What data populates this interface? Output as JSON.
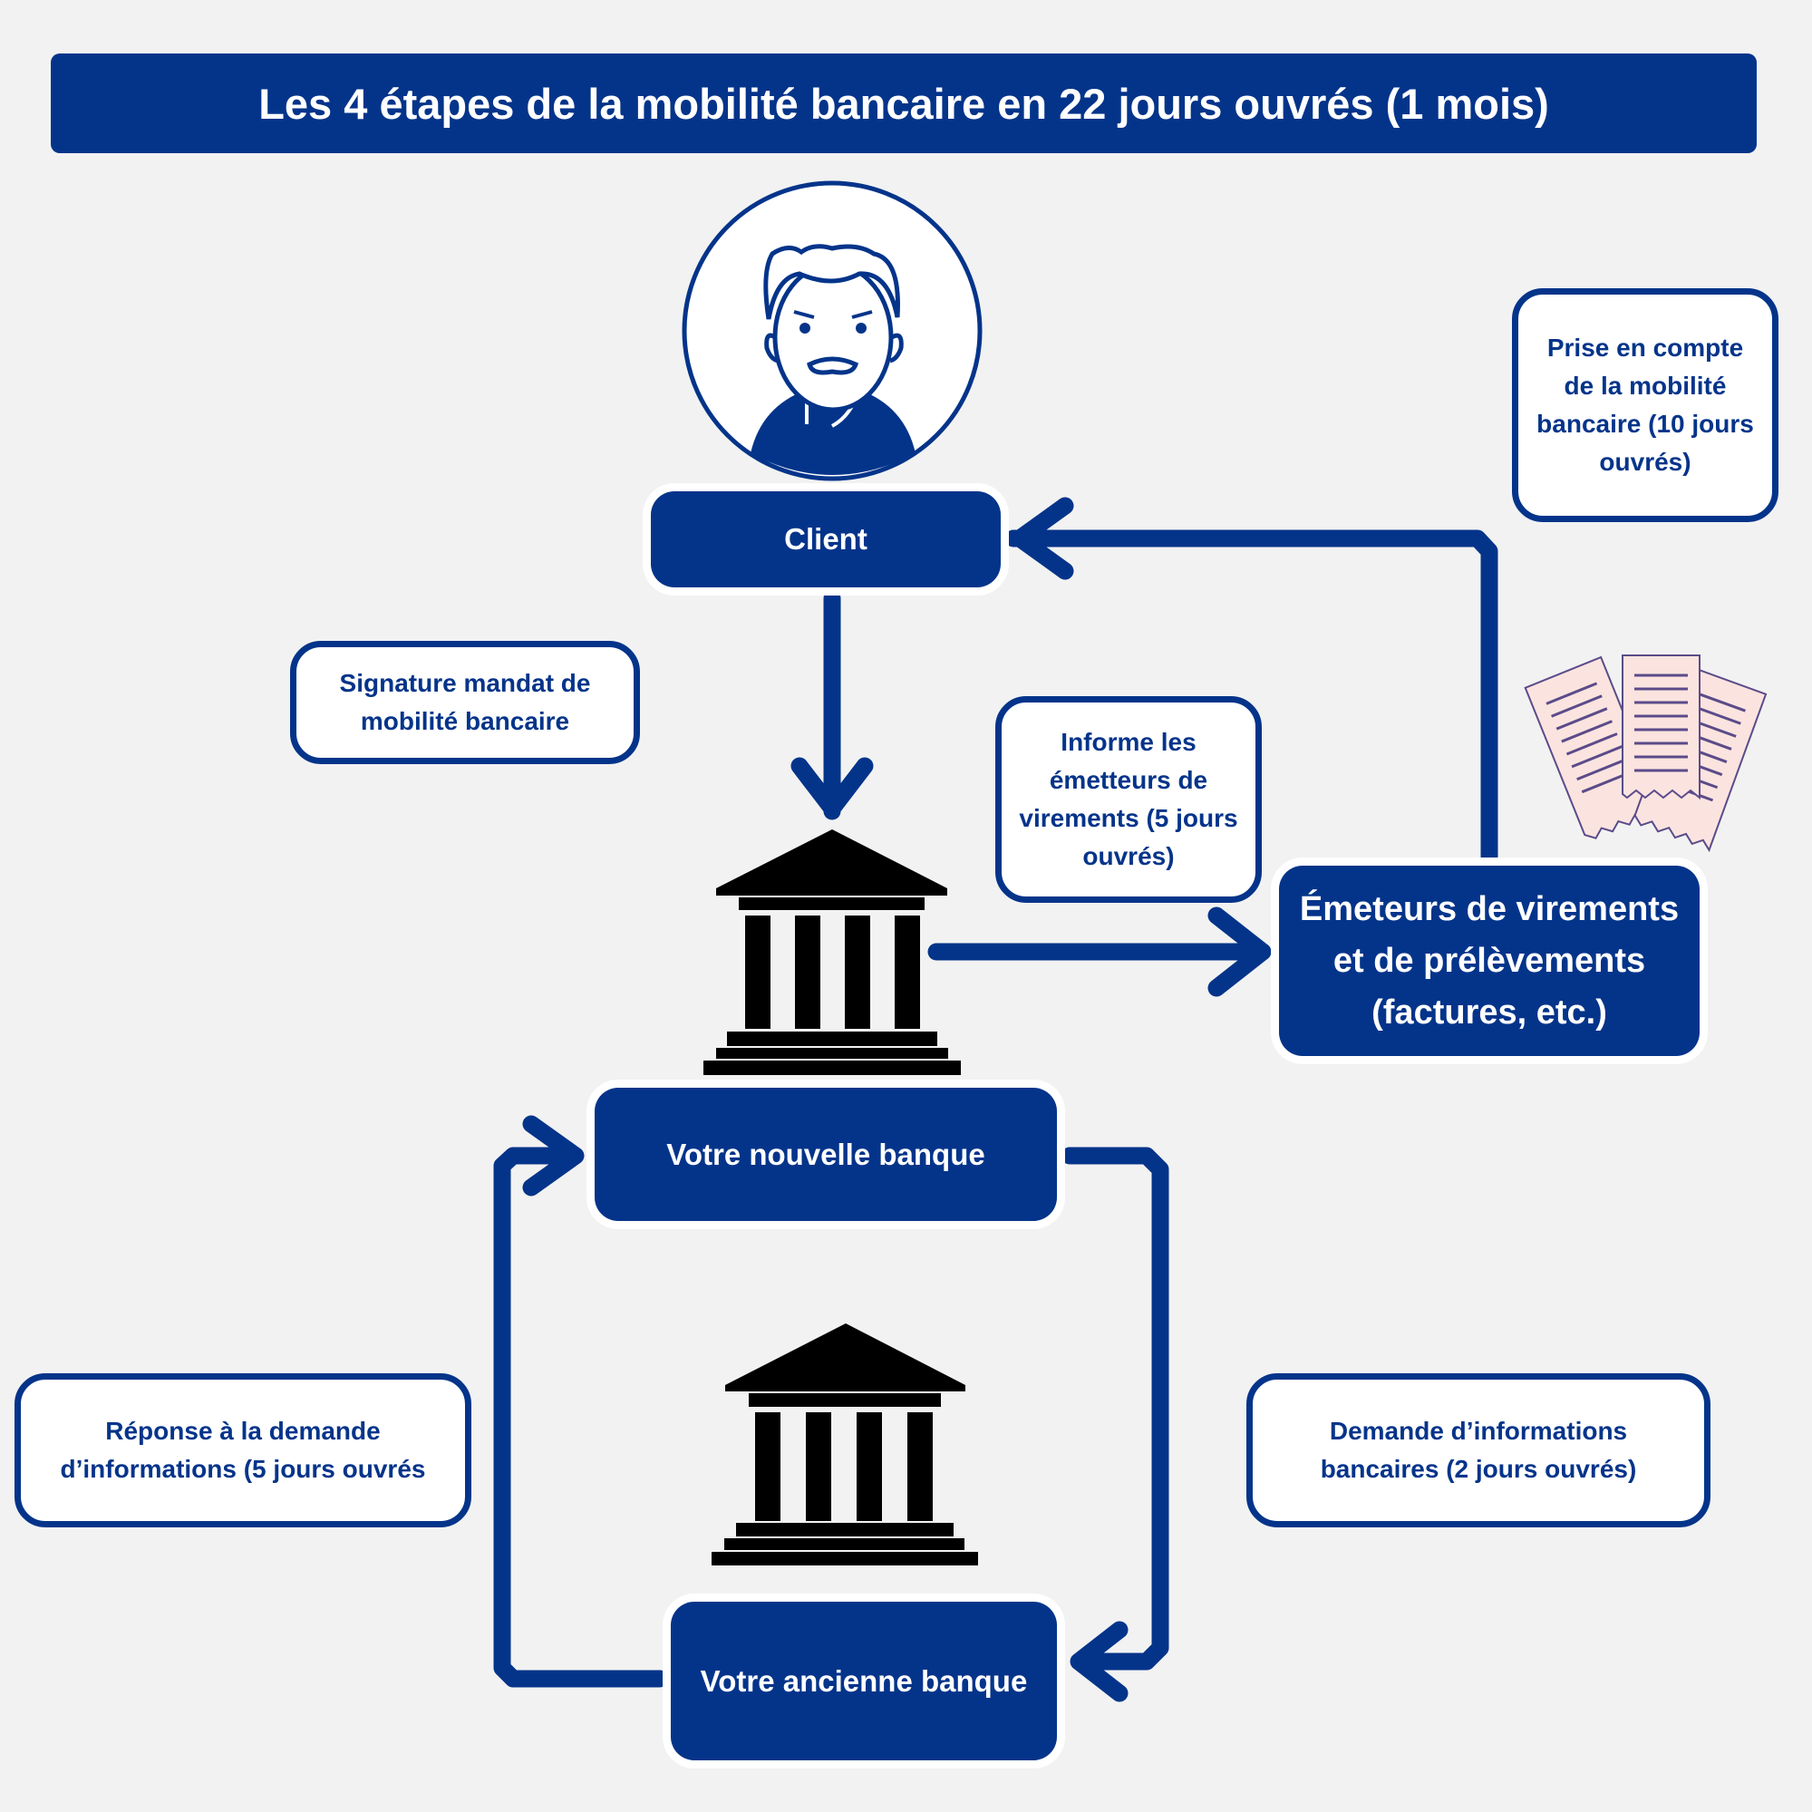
{
  "title": "Les 4 étapes de la mobilité bancaire en 22 jours ouvrés (1 mois)",
  "nodes": {
    "client": "Client",
    "new_bank": "Votre nouvelle banque",
    "old_bank": "Votre ancienne banque",
    "emitters": "Émeteurs de virements\net de prélèvements\n(factures, etc.)"
  },
  "notes": {
    "signature": "Signature mandat de\nmobilité bancaire",
    "inform": "Informe les\németteurs de\nvirements (5 jours\nouvrés)",
    "prise": "Prise en compte\nde la mobilité\nbancaire (10 jours\nouvrés)",
    "demande": "Demande d’informations\nbancaires (2 jours ouvrés)",
    "reponse": "Réponse à la demande\nd’informations (5 jours ouvrés"
  },
  "colors": {
    "primary": "#04348a",
    "background": "#f2f2f2",
    "receipt_fill": "#fbe4df",
    "receipt_stroke": "#5b4b8a"
  },
  "icons": {
    "client_avatar": "man-avatar-icon",
    "bank": "bank-building-icon",
    "receipts": "receipts-icon"
  }
}
